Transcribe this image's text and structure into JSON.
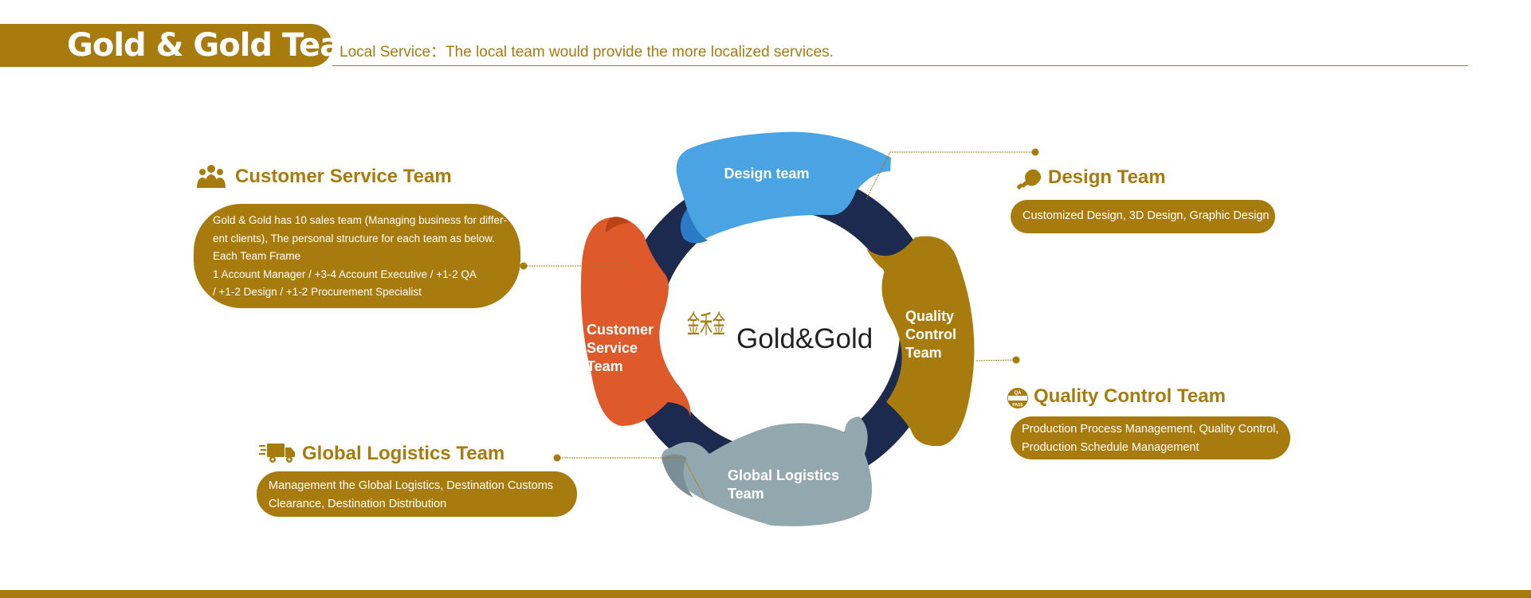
{
  "header": {
    "title": "Gold & Gold Team",
    "subtitle": "Local Service：The local team would provide the more localized services."
  },
  "brand": {
    "logo_text": "Gold&Gold",
    "logo_chars": "金禾金"
  },
  "colors": {
    "gold": "#a87b0f",
    "navy": "#1c2a4f",
    "blue": "#4aa3e2",
    "orange": "#de5a2b",
    "grey": "#93a7ae"
  },
  "ring": {
    "design": "Design team",
    "quality": [
      "Quality",
      "Control",
      "Team"
    ],
    "customer": [
      "Customer",
      "Service",
      "Team"
    ],
    "logistics": [
      "Global Logistics",
      "Team"
    ]
  },
  "sections": {
    "customer_service": {
      "title": "Customer Service Team",
      "icon": "people-icon",
      "lines": [
        "Gold & Gold has 10 sales team (Managing business for differ-",
        "ent clients), The personal structure for each team as below.",
        "Each Team Frame",
        " 1 Account Manager  / +3-4 Account Executive / +1-2 QA",
        " / +1-2 Design / +1-2 Procurement Specialist"
      ]
    },
    "design": {
      "title": "Design Team",
      "icon": "lightbulb-icon",
      "lines": [
        "Customized Design, 3D Design, Graphic Design"
      ]
    },
    "quality": {
      "title": "Quality Control Team",
      "icon": "qa-pass-badge-icon",
      "badge_lines": [
        "QA",
        "PASS"
      ],
      "lines": [
        "Production Process Management,  Quality Control,",
        "Production Schedule Management"
      ]
    },
    "logistics": {
      "title": "Global Logistics Team",
      "icon": "delivery-truck-icon",
      "lines": [
        "Management the Global Logistics,  Destination Customs",
        "Clearance,  Destination Distribution"
      ]
    }
  }
}
